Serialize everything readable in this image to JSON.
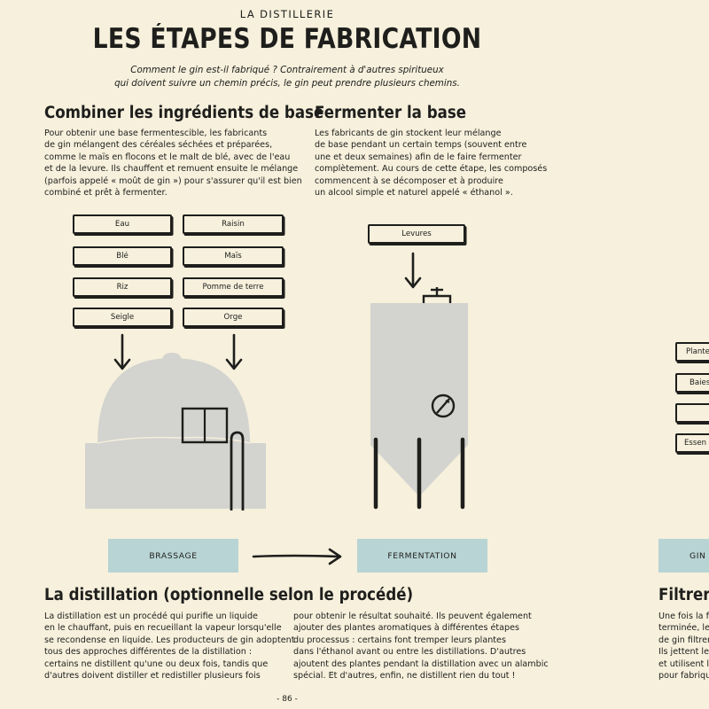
{
  "header": {
    "kicker": "LA DISTILLERIE",
    "title": "LES ÉTAPES DE FABRICATION",
    "subtitle_lines": [
      "Comment le gin est-il fabriqué ? Contrairement à d'autres spiritueux",
      "qui doivent suivre un chemin précis, le gin peut prendre plusieurs chemins."
    ]
  },
  "sections": {
    "combiner": {
      "heading": "Combiner les ingrédients de base",
      "lines": [
        "Pour obtenir une base fermentescible, les fabricants",
        "de gin mélangent des céréales séchées et préparées,",
        "comme le maïs en flocons et le malt de blé, avec de l'eau",
        "et de la levure. Ils chauffent et remuent ensuite le mélange",
        "(parfois appelé « moût de gin ») pour s'assurer qu'il est bien",
        "combiné et prêt à fermenter."
      ]
    },
    "fermenter": {
      "heading": "Fermenter la base",
      "lines": [
        "Les fabricants de gin stockent leur mélange",
        "de base pendant un certain temps (souvent entre",
        "une et deux semaines) afin de le faire fermenter",
        "complètement. Au cours de cette étape, les composés",
        "commencent à se décomposer et à produire",
        "un alcool simple et naturel appelé « éthanol »."
      ]
    },
    "distillation": {
      "heading": "La distillation (optionnelle selon le procédé)",
      "col1": [
        "La distillation est un procédé qui purifie un liquide",
        "en le chauffant, puis en recueillant la vapeur lorsqu'elle",
        "se recondense en liquide. Les producteurs de gin adoptent",
        "tous des approches différentes de la distillation :",
        "certains ne distillent qu'une ou deux fois, tandis que",
        "d'autres doivent distiller et redistiller plusieurs fois"
      ],
      "col2": [
        "pour obtenir le résultat souhaité. Ils peuvent également",
        "ajouter des plantes aromatiques à différentes étapes",
        "du processus : certains font tremper leurs plantes",
        "dans l'éthanol avant ou entre les distillations. D'autres",
        "ajoutent des plantes pendant la distillation avec un alambic",
        "spécial. Et d'autres, enfin, ne distillent rien du tout !"
      ]
    },
    "filtrer": {
      "heading": "Filtrer",
      "lines": [
        "Une fois la fe",
        "terminée, les",
        "de gin filtren",
        "Ils jettent les",
        "et utilisent le",
        "pour fabrique"
      ]
    }
  },
  "ingredients": {
    "left": [
      "Eau",
      "Blé",
      "Riz",
      "Seigle"
    ],
    "right": [
      "Raisin",
      "Maïs",
      "Pomme de terre",
      "Orge"
    ],
    "levures": "Levures",
    "edge": [
      "Plante",
      "Baies",
      "",
      "Essen"
    ]
  },
  "steps": {
    "brassage": "BRASSAGE",
    "fermentation": "FERMENTATION",
    "edge": "GIN"
  },
  "folio": "- 86 -",
  "colors": {
    "paper": "#f6f0dc",
    "ink": "#1e1e1c",
    "machine_grey": "#d3d3cf",
    "step_blue": "#b8d4d4"
  }
}
